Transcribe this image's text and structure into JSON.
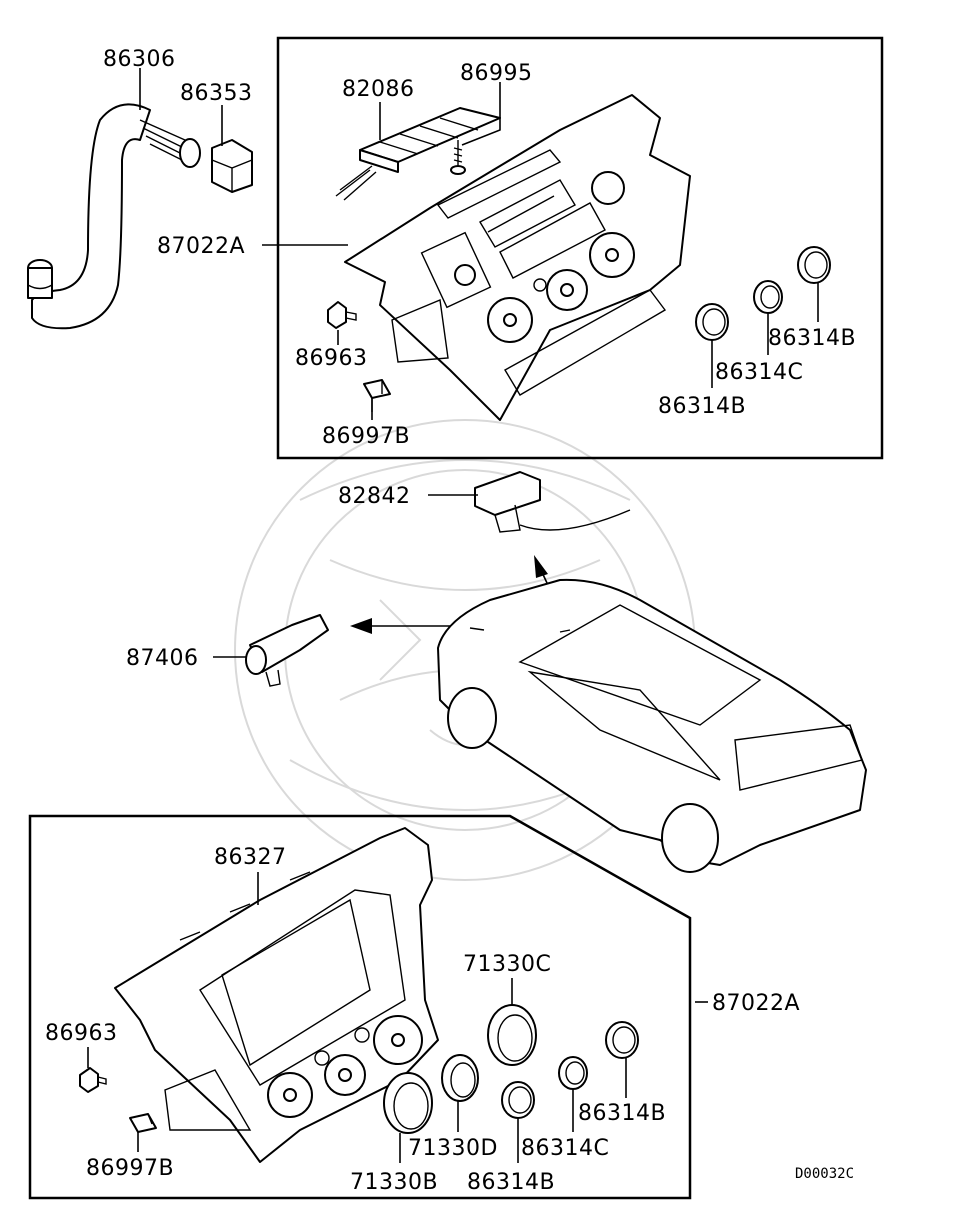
{
  "labels": {
    "p86306": "86306",
    "p86353": "86353",
    "p82086": "82086",
    "p86995": "86995",
    "p87022A_top": "87022A",
    "p86963_top": "86963",
    "p86997B_top": "86997B",
    "p86314C_top": "86314C",
    "p86314B_top_right": "86314B",
    "p86314B_top_left": "86314B",
    "p82842": "82842",
    "p87406": "87406",
    "p86327": "86327",
    "p71330C": "71330C",
    "p87022A_bottom": "87022A",
    "p86963_bottom": "86963",
    "p86997B_bottom": "86997B",
    "p86314B_bottom_right": "86314B",
    "p86314C_bottom": "86314C",
    "p71330D": "71330D",
    "p71330B": "71330B",
    "p86314B_bottom_left": "86314B"
  },
  "diagram_code": "D00032C"
}
